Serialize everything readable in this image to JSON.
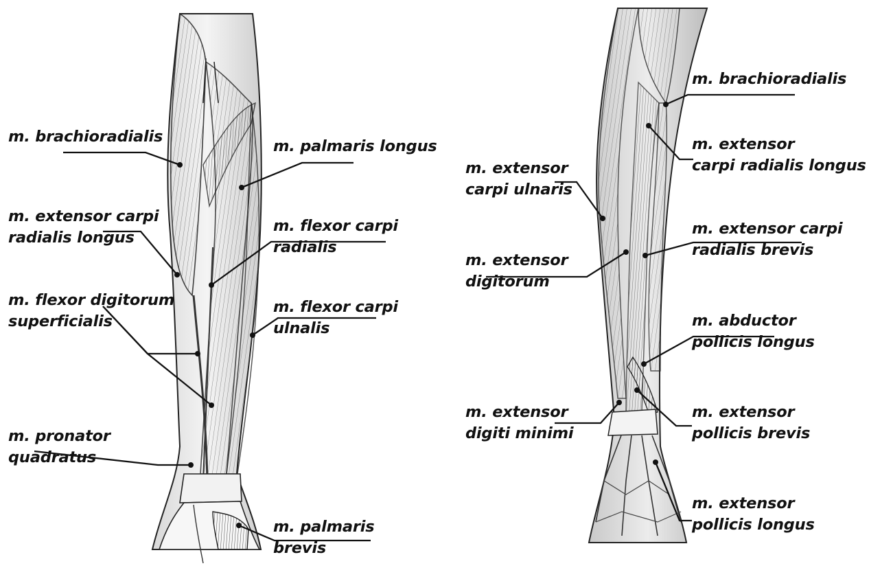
{
  "anterior_labels": {
    "brachioradialis": [
      "m. brachioradialis"
    ],
    "ecrl": [
      "m. extensor carpi",
      "radialis longus"
    ],
    "fds": [
      "m. flexor digitorum",
      "superficialis"
    ],
    "pronator": [
      "m. pronator",
      "quadratus"
    ],
    "palmaris_longus": [
      "m. palmaris longus"
    ],
    "fcr": [
      "m. flexor carpi",
      "radialis"
    ],
    "fcu": [
      "m. flexor carpi",
      "ulnalis"
    ],
    "palmaris_brevis": [
      "m. palmaris",
      "brevis"
    ]
  },
  "posterior_labels": {
    "ecu": [
      "m. extensor",
      "carpi ulnaris"
    ],
    "ed": [
      "m. extensor",
      "digitorum"
    ],
    "edm": [
      "m. extensor",
      "digiti minimi"
    ],
    "brachioradialis": [
      "m. brachioradialis"
    ],
    "ecrl": [
      "m. extensor",
      "carpi radialis longus"
    ],
    "ecrb": [
      "m. extensor carpi",
      "radialis brevis"
    ],
    "apl": [
      "m. abductor",
      "pollicis longus"
    ],
    "epb": [
      "m. extensor",
      "pollicis brevis"
    ],
    "epl": [
      "m. extensor",
      "pollicis longus"
    ]
  }
}
